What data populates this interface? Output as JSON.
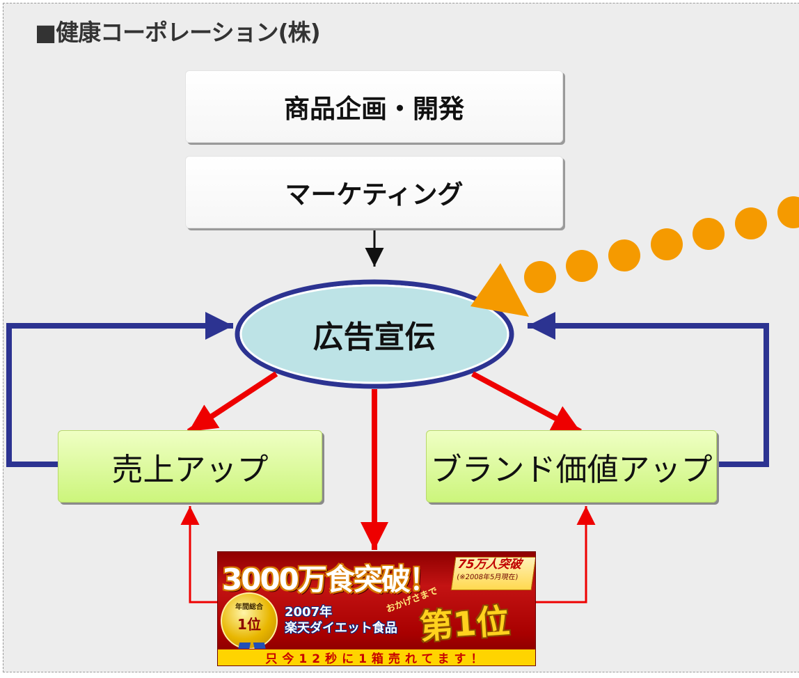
{
  "company": {
    "title": "■健康コーポレーション(株)"
  },
  "nodes": {
    "product_planning": "商品企画・開発",
    "marketing": "マーケティング",
    "advertising": "広告宣伝",
    "sales_up": "売上アップ",
    "brand_value_up": "ブランド価値アップ"
  },
  "banner": {
    "headline": "3000万食突破！",
    "tag_main": "75万人突破",
    "tag_sub": "(※2008年5月現在)",
    "award_top": "年間総合",
    "award_main": "1位",
    "year": "2007年",
    "category": "楽天ダイエット食品",
    "thanks": "おかげさまで",
    "rank": "第1位",
    "footer": "只今12秒に1箱売れてます！"
  },
  "colors": {
    "blue_arrow": "#2c3391",
    "red_arrow": "#ee0000",
    "orange_pointer": "#f59a00",
    "ellipse_fill": "#bde3e6",
    "green_box": "#d4fb8e"
  },
  "icons": {
    "title_marker": "square-bullet-icon",
    "pointer": "orange-dotted-pointer-icon"
  }
}
